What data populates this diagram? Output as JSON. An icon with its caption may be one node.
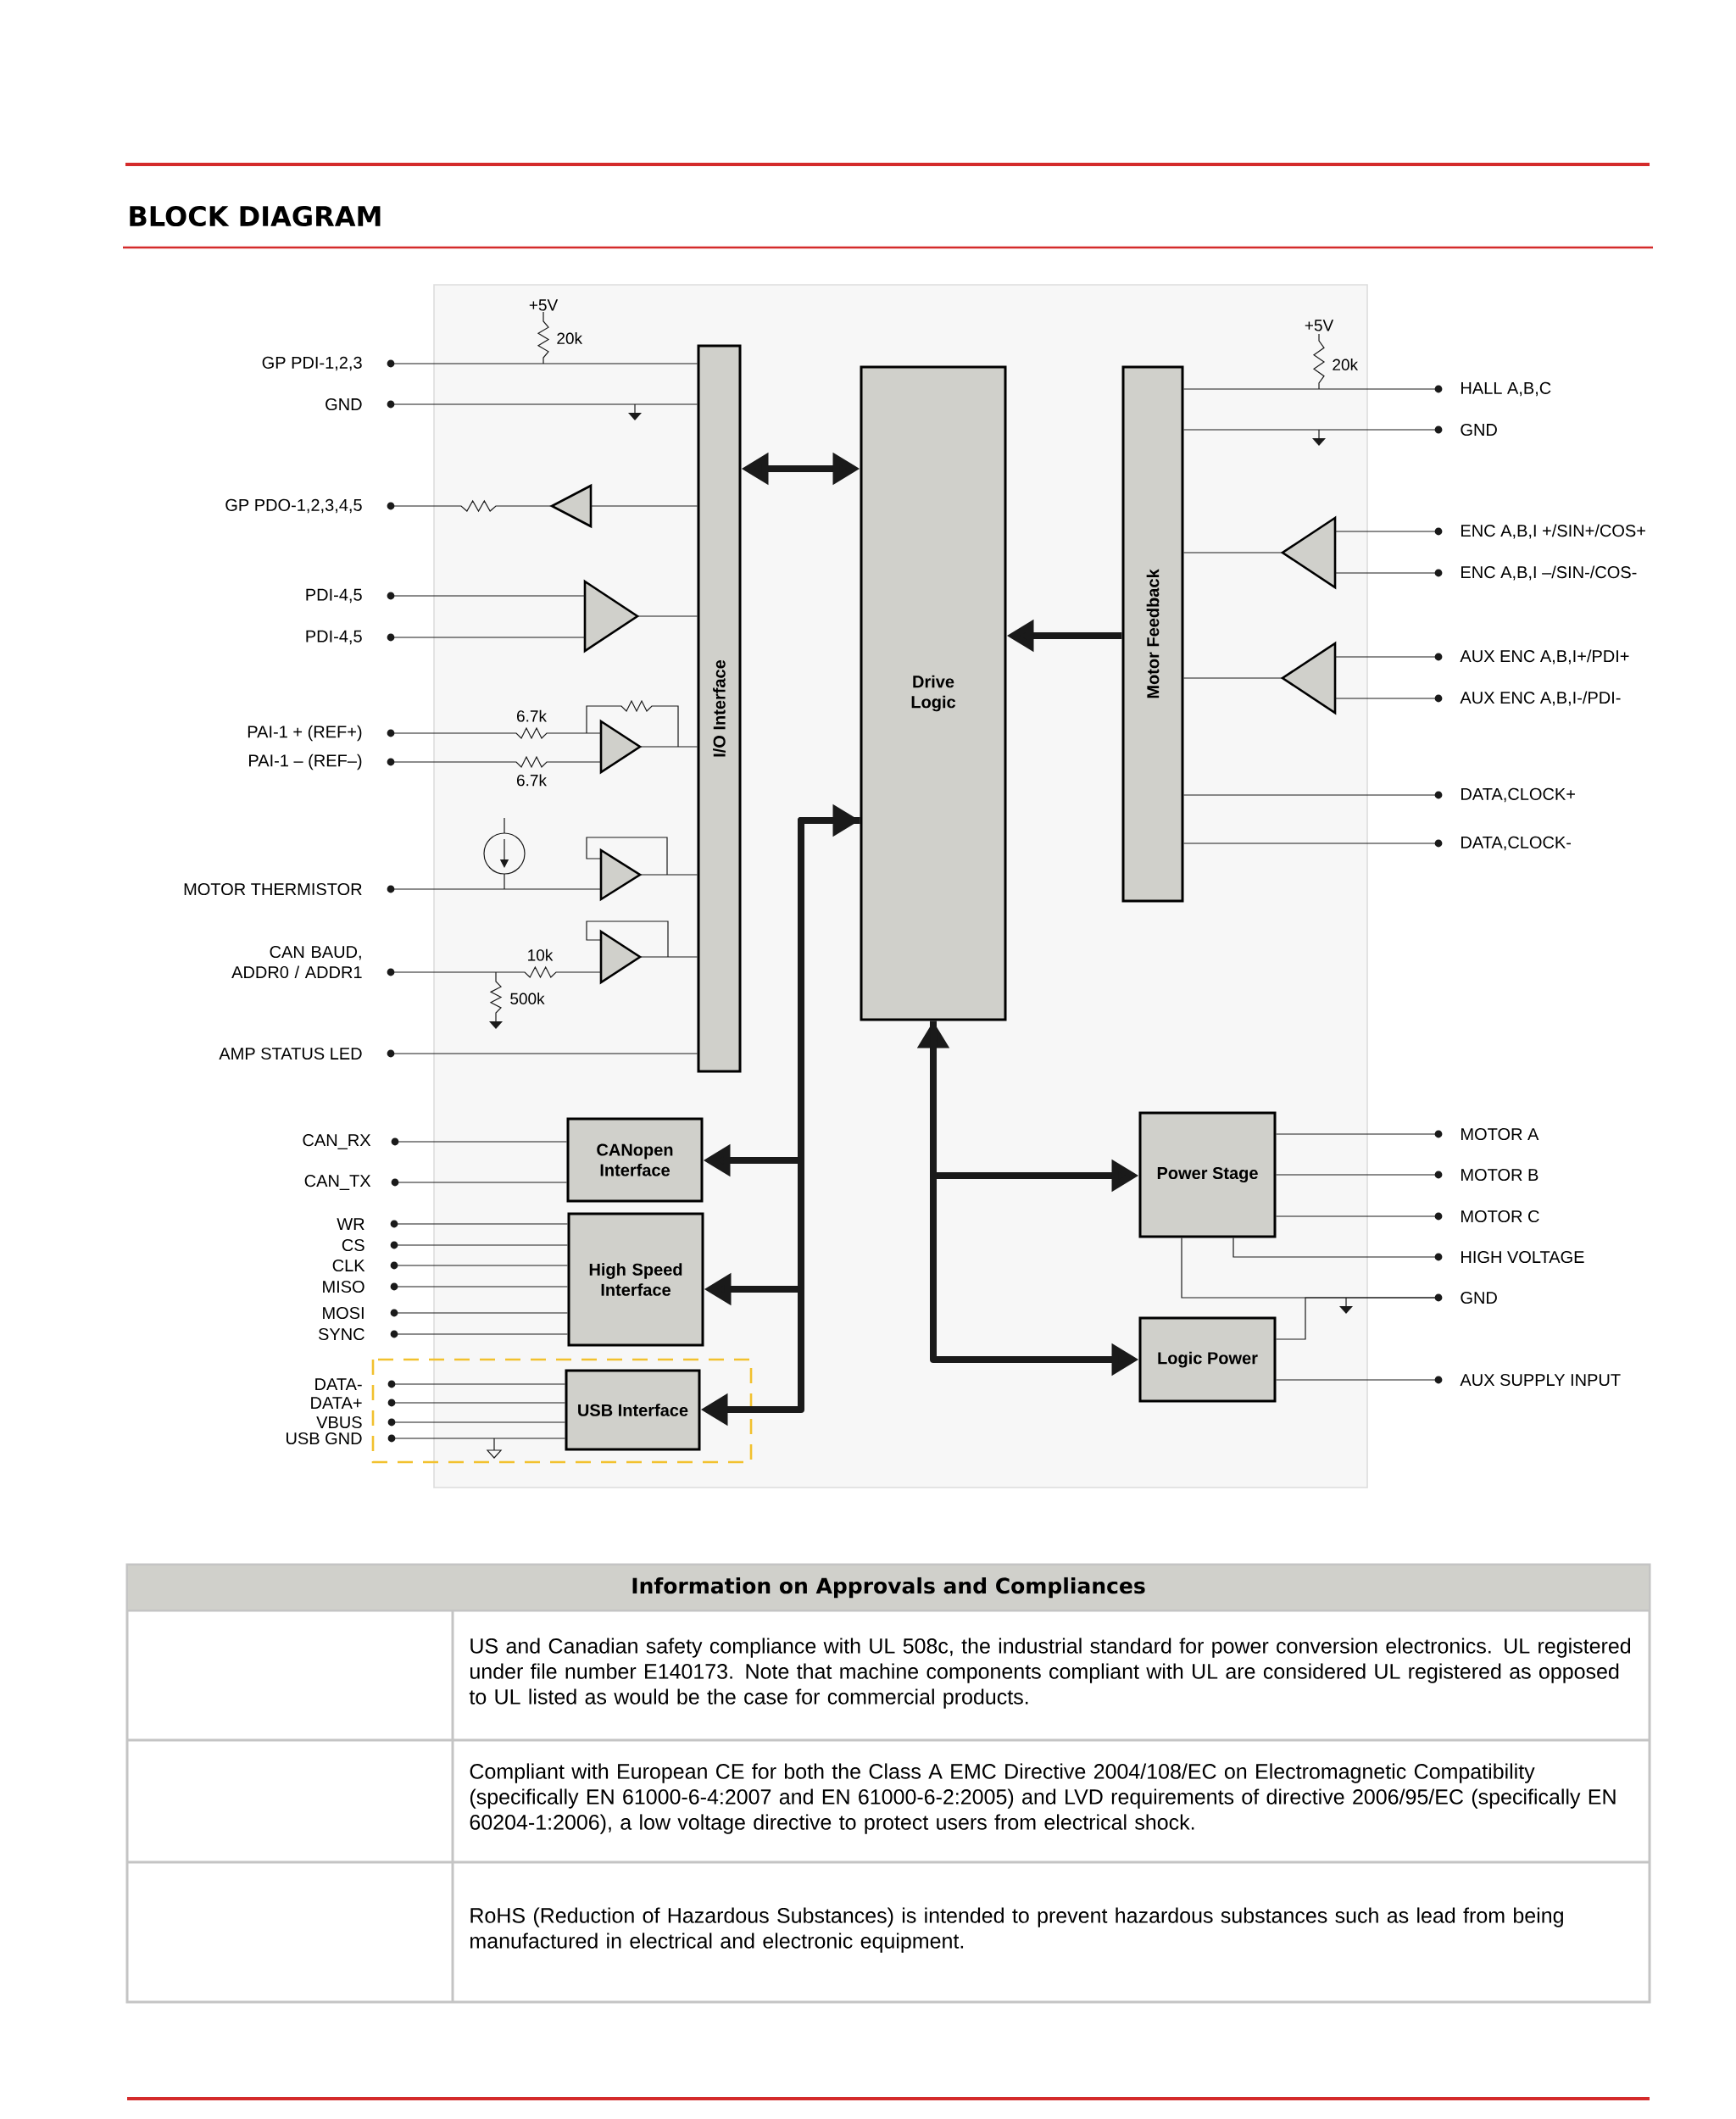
{
  "diagram": {
    "title": "BLOCK DIAGRAM",
    "nodes": [
      {
        "text": [
          "I/O Interface"
        ]
      },
      {
        "text": [
          "Drive Logic"
        ]
      },
      {
        "text": [
          "Motor Feedback"
        ]
      },
      {
        "text": [
          "CANopen Interface"
        ]
      },
      {
        "text": [
          "High Speed Interface"
        ]
      },
      {
        "text": [
          "USB Interface"
        ]
      },
      {
        "text": [
          "Power Stage"
        ]
      },
      {
        "text": [
          "Logic Power"
        ]
      },
      {
        "text": [
          "GP PDI-1,2,3"
        ]
      },
      {
        "text": [
          "GND"
        ]
      },
      {
        "text": [
          "GP PDO-1,2,3,4,5"
        ]
      },
      {
        "text": [
          "PDI-4,5"
        ]
      },
      {
        "text": [
          "PDI-4,5"
        ]
      },
      {
        "text": [
          "PAI-1 + (REF+)"
        ]
      },
      {
        "text": [
          "PAI-1 – (REF–)"
        ]
      },
      {
        "text": [
          "MOTOR THERMISTOR"
        ]
      },
      {
        "text": [
          "CAN BAUD, ADDR0 / ADDR1"
        ]
      },
      {
        "text": [
          "AMP STATUS LED"
        ]
      },
      {
        "text": [
          "CAN_RX"
        ]
      },
      {
        "text": [
          "CAN_TX"
        ]
      },
      {
        "text": [
          "WR"
        ]
      },
      {
        "text": [
          "CS"
        ]
      },
      {
        "text": [
          "CLK"
        ]
      },
      {
        "text": [
          "MISO"
        ]
      },
      {
        "text": [
          "MOSI"
        ]
      },
      {
        "text": [
          "SYNC"
        ]
      },
      {
        "text": [
          "DATA-"
        ]
      },
      {
        "text": [
          "DATA+"
        ]
      },
      {
        "text": [
          "VBUS"
        ]
      },
      {
        "text": [
          "USB GND"
        ]
      },
      {
        "text": [
          "HALL A,B,C"
        ]
      },
      {
        "text": [
          "GND"
        ]
      },
      {
        "text": [
          "ENC A,B,I +/SIN+/COS+"
        ]
      },
      {
        "text": [
          "ENC A,B,I –/SIN-/COS-"
        ]
      },
      {
        "text": [
          "AUX ENC A,B,I+/PDI+"
        ]
      },
      {
        "text": [
          "AUX ENC A,B,I-/PDI-"
        ]
      },
      {
        "text": [
          "DATA,CLOCK+"
        ]
      },
      {
        "text": [
          "DATA,CLOCK-"
        ]
      },
      {
        "text": [
          "MOTOR A"
        ]
      },
      {
        "text": [
          "MOTOR B"
        ]
      },
      {
        "text": [
          "MOTOR C"
        ]
      },
      {
        "text": [
          "HIGH VOLTAGE"
        ]
      },
      {
        "text": [
          "GND"
        ]
      },
      {
        "text": [
          "AUX SUPPLY INPUT"
        ]
      },
      {
        "text": [],
        "shape": "triangle"
      },
      {
        "text": [],
        "shape": "triangle"
      },
      {
        "text": [],
        "shape": "triangle"
      },
      {
        "text": [],
        "shape": "triangle"
      },
      {
        "text": [],
        "shape": "triangle"
      },
      {
        "text": [],
        "shape": "triangle"
      },
      {
        "text": [],
        "shape": "triangle"
      }
    ],
    "edges": [
      {
        "from": 8,
        "to": 0,
        "arrow": "none"
      },
      {
        "from": 9,
        "to": 0,
        "arrow": "none"
      },
      {
        "from": 10,
        "to": 44,
        "arrow": "none"
      },
      {
        "from": 44,
        "to": 0,
        "arrow": "none"
      },
      {
        "from": 11,
        "to": 45,
        "arrow": "none"
      },
      {
        "from": 12,
        "to": 45,
        "arrow": "none"
      },
      {
        "from": 45,
        "to": 0,
        "arrow": "none"
      },
      {
        "from": 13,
        "to": 46,
        "arrow": "none"
      },
      {
        "from": 14,
        "to": 46,
        "arrow": "none"
      },
      {
        "from": 46,
        "to": 0,
        "arrow": "none"
      },
      {
        "from": 15,
        "to": 47,
        "arrow": "none"
      },
      {
        "from": 47,
        "to": 0,
        "arrow": "none"
      },
      {
        "from": 16,
        "to": 48,
        "arrow": "none"
      },
      {
        "from": 48,
        "to": 0,
        "arrow": "none"
      },
      {
        "from": 17,
        "to": 0,
        "arrow": "none"
      },
      {
        "from": 18,
        "to": 3,
        "arrow": "none"
      },
      {
        "from": 19,
        "to": 3,
        "arrow": "none"
      },
      {
        "from": 20,
        "to": 4,
        "arrow": "none"
      },
      {
        "from": 21,
        "to": 4,
        "arrow": "none"
      },
      {
        "from": 22,
        "to": 4,
        "arrow": "none"
      },
      {
        "from": 23,
        "to": 4,
        "arrow": "none"
      },
      {
        "from": 24,
        "to": 4,
        "arrow": "none"
      },
      {
        "from": 25,
        "to": 4,
        "arrow": "none"
      },
      {
        "from": 26,
        "to": 5,
        "arrow": "none"
      },
      {
        "from": 27,
        "to": 5,
        "arrow": "none"
      },
      {
        "from": 28,
        "to": 5,
        "arrow": "none"
      },
      {
        "from": 29,
        "to": 5,
        "arrow": "none"
      },
      {
        "from": 0,
        "to": 1,
        "arrow": "both",
        "style": "thick"
      },
      {
        "from": 2,
        "to": 1,
        "arrow": "to",
        "style": "thick"
      },
      {
        "from": 1,
        "to": 3,
        "arrow": "both",
        "style": "thick"
      },
      {
        "from": 1,
        "to": 4,
        "arrow": "to",
        "style": "thick"
      },
      {
        "from": 1,
        "to": 5,
        "arrow": "to",
        "style": "thick"
      },
      {
        "from": 1,
        "to": 6,
        "arrow": "both",
        "style": "thick"
      },
      {
        "from": 1,
        "to": 7,
        "arrow": "to",
        "style": "thick"
      },
      {
        "from": 2,
        "to": 30,
        "arrow": "none"
      },
      {
        "from": 2,
        "to": 31,
        "arrow": "none"
      },
      {
        "from": 49,
        "to": 2,
        "arrow": "none"
      },
      {
        "from": 32,
        "to": 49,
        "arrow": "none"
      },
      {
        "from": 33,
        "to": 49,
        "arrow": "none"
      },
      {
        "from": 50,
        "to": 2,
        "arrow": "none"
      },
      {
        "from": 34,
        "to": 50,
        "arrow": "none"
      },
      {
        "from": 35,
        "to": 50,
        "arrow": "none"
      },
      {
        "from": 2,
        "to": 36,
        "arrow": "none"
      },
      {
        "from": 2,
        "to": 37,
        "arrow": "none"
      },
      {
        "from": 6,
        "to": 38,
        "arrow": "none"
      },
      {
        "from": 6,
        "to": 39,
        "arrow": "none"
      },
      {
        "from": 6,
        "to": 40,
        "arrow": "none"
      },
      {
        "from": 6,
        "to": 41,
        "arrow": "none"
      },
      {
        "from": 6,
        "to": 42,
        "arrow": "none"
      },
      {
        "from": 7,
        "to": 42,
        "arrow": "none"
      },
      {
        "from": 7,
        "to": 43,
        "arrow": "none"
      }
    ],
    "labels": [
      "+5V",
      "20k",
      "+5V",
      "20k",
      "6.7k",
      "6.7k",
      "10k",
      "500k",
      "Information on Approvals and Compliances",
      "US and Canadian safety compliance with UL 508c, the industrial standard for power conversion electronics. UL registered under file number E140173. Note that machine components compliant with UL are considered UL registered as opposed to UL listed as would be the case for commercial products.",
      "Compliant with European CE for both the Class A EMC Directive 2004/108/EC on Electromagnetic Compatibility (specifically EN 61000-6-4:2007 and EN 61000-6-2:2005) and LVD requirements of directive 2006/95/EC (specifically EN 60204-1:2006), a low voltage directive to protect users from electrical shock.",
      "RoHS (Reduction of Hazardous Substances) is intended to prevent hazardous substances such as lead from being manufactured in electrical and electronic equipment."
    ]
  }
}
